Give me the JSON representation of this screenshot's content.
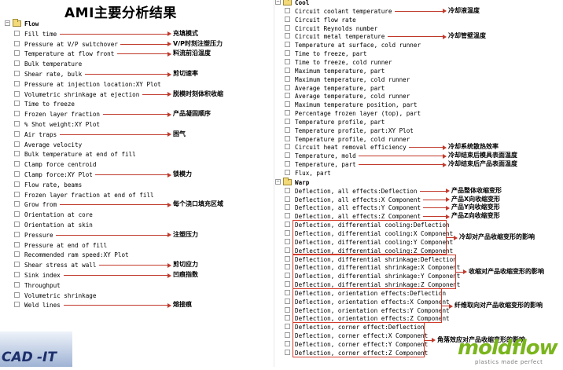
{
  "title": "AMI主要分析结果",
  "left_panel": {
    "group": "Flow",
    "items": [
      {
        "label": "Fill time",
        "note": "充填模式"
      },
      {
        "label": "Pressure at V/P switchover",
        "note": "V/P时刻注塑压力"
      },
      {
        "label": "Temperature at flow front",
        "note": "料流前沿温度"
      },
      {
        "label": "Bulk temperature",
        "note": ""
      },
      {
        "label": "Shear rate, bulk",
        "note": "剪切速率"
      },
      {
        "label": "Pressure at injection location:XY Plot",
        "note": ""
      },
      {
        "label": "Volumetric shrinkage at ejection",
        "note": "脱模时刻体积收缩"
      },
      {
        "label": "Time to freeze",
        "note": ""
      },
      {
        "label": "Frozen layer fraction",
        "note": "产品凝固顺序"
      },
      {
        "label": "% Shot weight:XY Plot",
        "note": ""
      },
      {
        "label": "Air traps",
        "note": "困气"
      },
      {
        "label": "Average velocity",
        "note": ""
      },
      {
        "label": "Bulk temperature at end of fill",
        "note": ""
      },
      {
        "label": "Clamp force centroid",
        "note": ""
      },
      {
        "label": "Clamp force:XY Plot",
        "note": "锁模力"
      },
      {
        "label": "Flow rate, beams",
        "note": ""
      },
      {
        "label": "Frozen layer fraction at end of fill",
        "note": ""
      },
      {
        "label": "Grow from",
        "note": "每个浇口填充区域"
      },
      {
        "label": "Orientation at core",
        "note": ""
      },
      {
        "label": "Orientation at skin",
        "note": ""
      },
      {
        "label": "Pressure",
        "note": "注塑压力"
      },
      {
        "label": "Pressure at end of fill",
        "note": ""
      },
      {
        "label": "Recommended ram speed:XY Plot",
        "note": ""
      },
      {
        "label": "Shear stress at wall",
        "note": "剪切应力"
      },
      {
        "label": "Sink index",
        "note": "凹痕指数"
      },
      {
        "label": "Throughput",
        "note": ""
      },
      {
        "label": "Volumetric shrinkage",
        "note": ""
      },
      {
        "label": "Weld lines",
        "note": "熔接痕"
      }
    ]
  },
  "right_panel": {
    "cool_group": "Cool",
    "cool_items": [
      {
        "label": "Circuit coolant temperature",
        "note": "冷却液温度"
      },
      {
        "label": "Circuit flow rate",
        "note": ""
      },
      {
        "label": "Circuit Reynolds number",
        "note": ""
      },
      {
        "label": "Circuit metal temperature",
        "note": "冷却管壁温度"
      },
      {
        "label": "Temperature at surface, cold runner",
        "note": ""
      },
      {
        "label": "Time to freeze, part",
        "note": ""
      },
      {
        "label": "Time to freeze, cold runner",
        "note": ""
      },
      {
        "label": "Maximum temperature, part",
        "note": ""
      },
      {
        "label": "Maximum temperature, cold runner",
        "note": ""
      },
      {
        "label": "Average temperature, part",
        "note": ""
      },
      {
        "label": "Average temperature, cold runner",
        "note": ""
      },
      {
        "label": "Maximum temperature position, part",
        "note": ""
      },
      {
        "label": "Percentage frozen layer (top), part",
        "note": ""
      },
      {
        "label": "Temperature profile, part",
        "note": ""
      },
      {
        "label": "Temperature profile, part:XY Plot",
        "note": ""
      },
      {
        "label": "Temperature profile, cold runner",
        "note": ""
      },
      {
        "label": "Circuit heat removal efficiency",
        "note": "冷却系统散热效率"
      },
      {
        "label": "Temperature, mold",
        "note": "冷却结束后模具表面温度"
      },
      {
        "label": "Temperature, part",
        "note": "冷却结束后产品表面温度"
      },
      {
        "label": "Flux, part",
        "note": ""
      }
    ],
    "warp_group": "Warp",
    "warp_items": [
      {
        "label": "Deflection, all effects:Deflection",
        "note": "产品整体收缩变形"
      },
      {
        "label": "Deflection, all effects:X Component",
        "note": "产品X向收缩变形"
      },
      {
        "label": "Deflection, all effects:Y Component",
        "note": "产品Y向收缩变形"
      },
      {
        "label": "Deflection, all effects:Z Component",
        "note": "产品Z向收缩变形"
      },
      {
        "label": "Deflection, differential cooling:Deflection",
        "note": ""
      },
      {
        "label": "Deflection, differential cooling:X Component",
        "note": ""
      },
      {
        "label": "Deflection, differential cooling:Y Component",
        "note": ""
      },
      {
        "label": "Deflection, differential cooling:Z Component",
        "note": ""
      },
      {
        "label": "Deflection, differential shrinkage:Deflection",
        "note": ""
      },
      {
        "label": "Deflection, differential shrinkage:X Component",
        "note": ""
      },
      {
        "label": "Deflection, differential shrinkage:Y Component",
        "note": ""
      },
      {
        "label": "Deflection, differential shrinkage:Z Component",
        "note": ""
      },
      {
        "label": "Deflection, orientation effects:Deflection",
        "note": ""
      },
      {
        "label": "Deflection, orientation effects:X Component",
        "note": ""
      },
      {
        "label": "Deflection, orientation effects:Y Component",
        "note": ""
      },
      {
        "label": "Deflection, orientation effects:Z Component",
        "note": ""
      },
      {
        "label": "Deflection, corner effect:Deflection",
        "note": ""
      },
      {
        "label": "Deflection, corner effect:X Component",
        "note": ""
      },
      {
        "label": "Deflection, corner effect:Y Component",
        "note": ""
      },
      {
        "label": "Deflection, corner effect:Z Component",
        "note": ""
      }
    ],
    "group_notes": {
      "cooling": "冷却对产品收缩变形的影响",
      "shrinkage": "收缩对产品收缩变形的影响",
      "orientation": "纤维取向对产品收缩变形的影响",
      "corner": "角落效应对产品收缩变形的影响"
    }
  },
  "logos": {
    "left": "CAD-IT",
    "right": "moldflow",
    "right_tagline": "plastics made perfect"
  },
  "colors": {
    "annotation_line": "#c0392b",
    "annotation_box": "#d23b2b",
    "folder": "#f3d977",
    "moldflow_green": "#7ab51d"
  }
}
